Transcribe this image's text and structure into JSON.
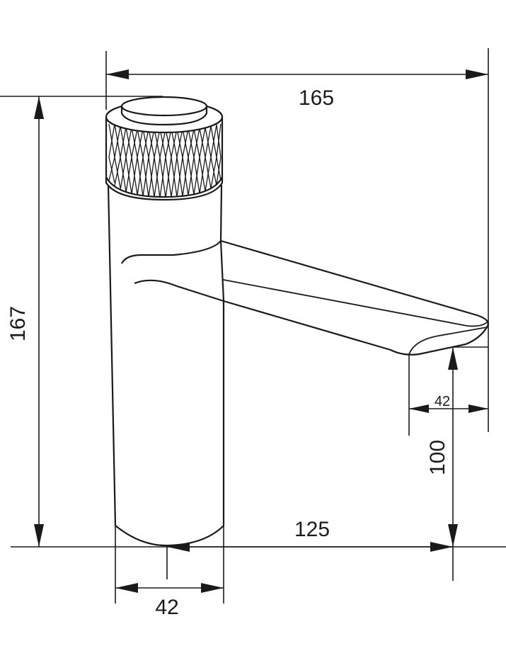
{
  "drawing": {
    "subject": "faucet-technical-drawing",
    "line_color": "#1a1a1a",
    "background": "#ffffff"
  },
  "dimensions": {
    "overall_width": "165",
    "overall_height": "167",
    "spout_reach": "125",
    "spout_height": "100",
    "spout_outlet_width": "42",
    "base_diameter": "42"
  }
}
